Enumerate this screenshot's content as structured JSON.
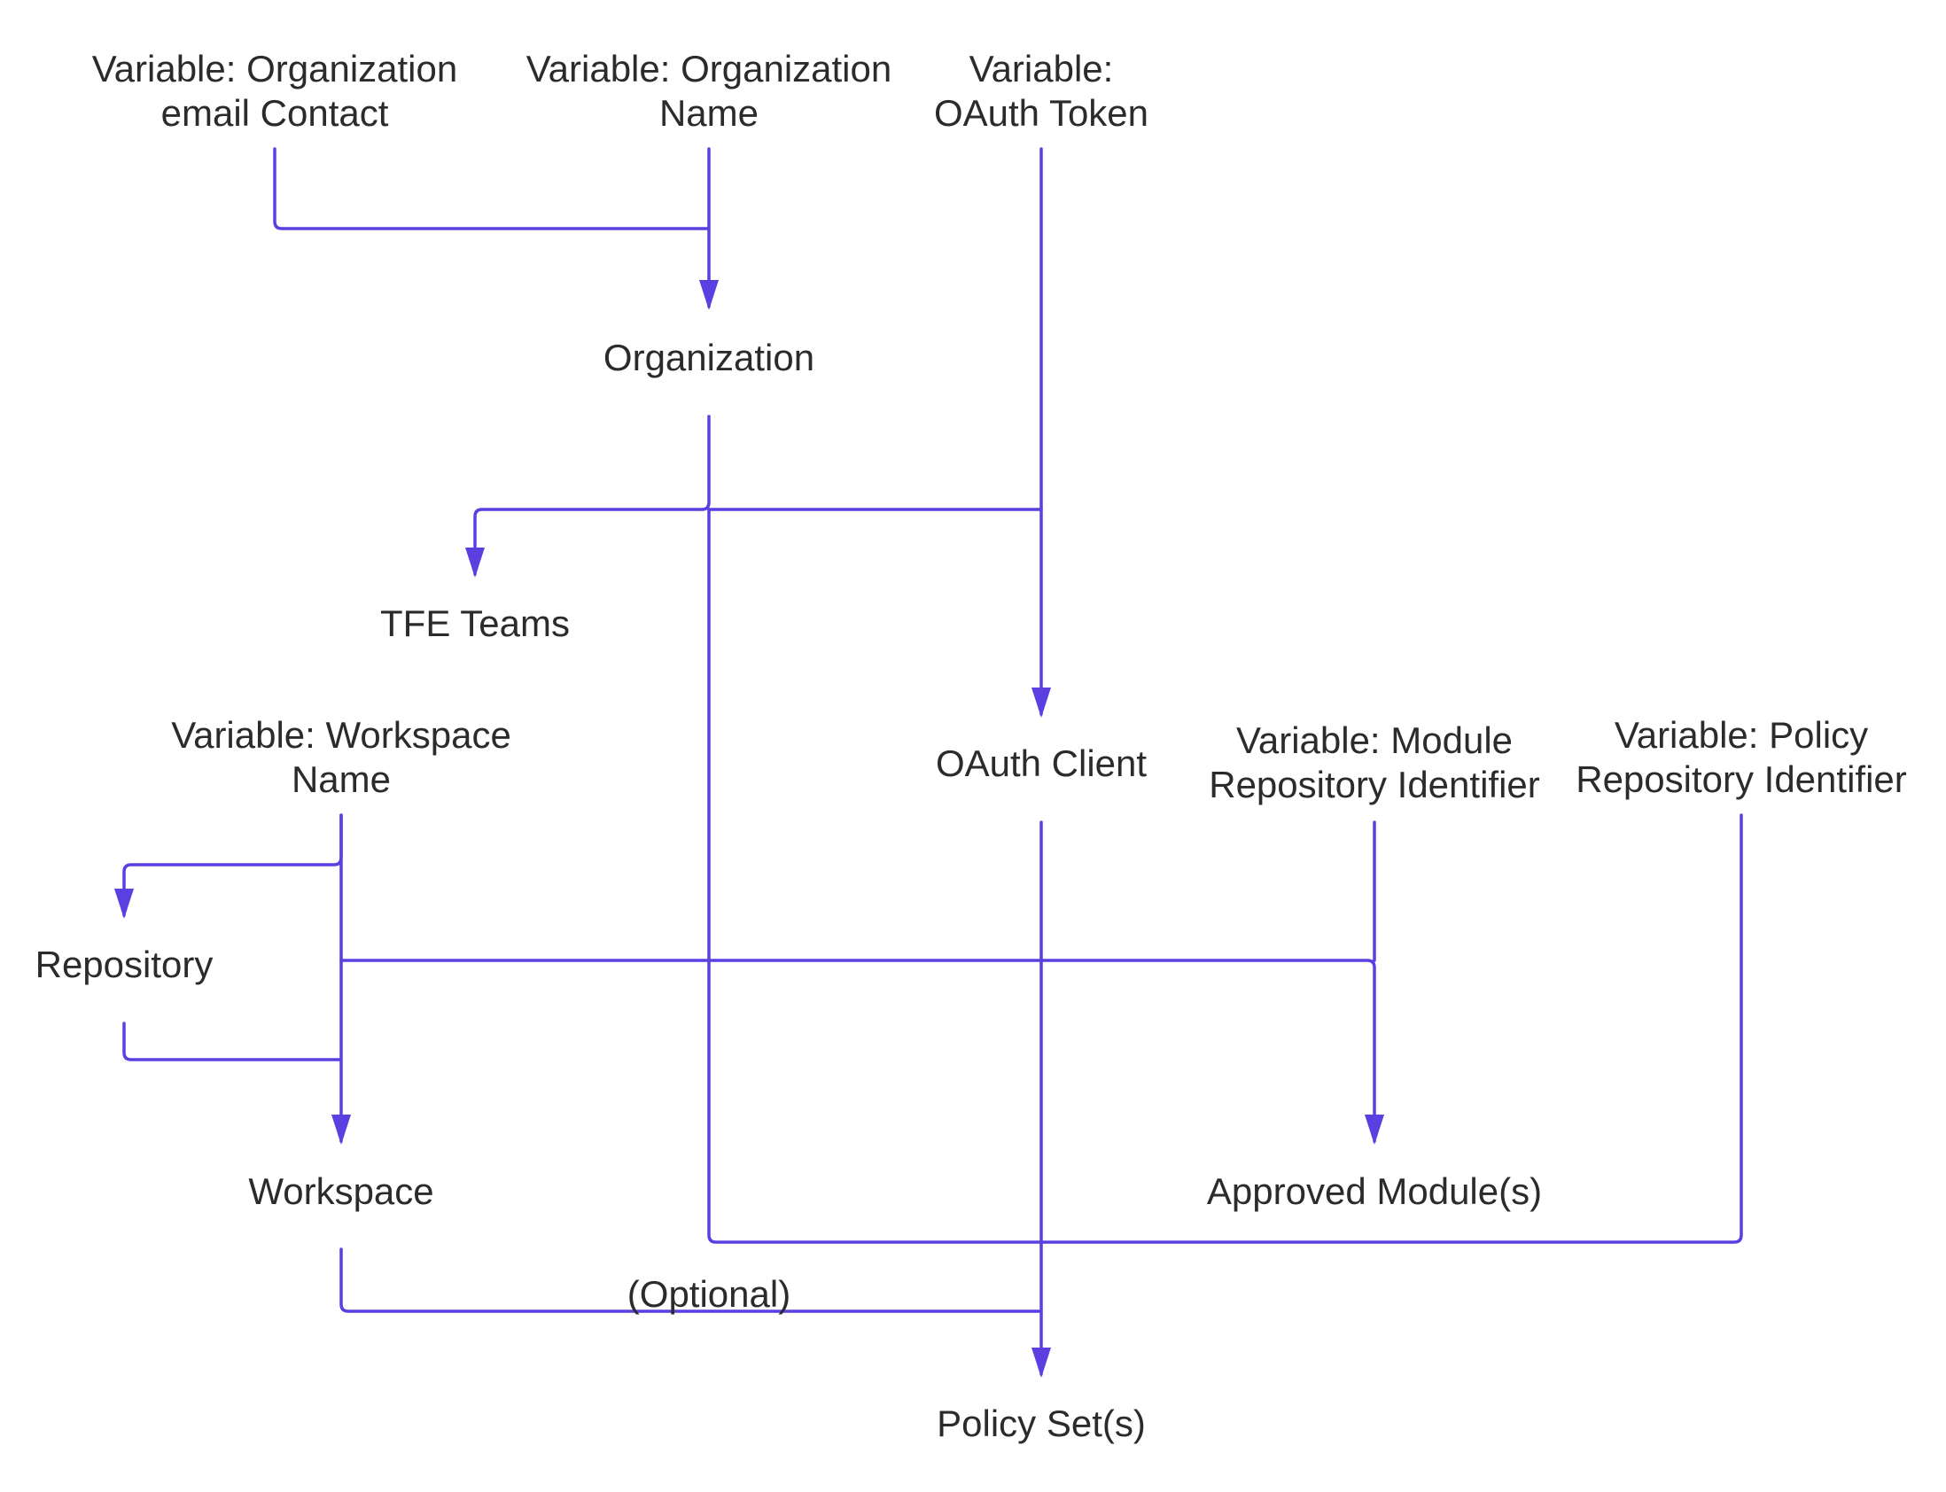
{
  "diagram": {
    "edge_color": "#5b3fe0",
    "text_color": "#2b2b2b",
    "nodes": {
      "var_org_email": [
        "Variable: Organization",
        "email Contact"
      ],
      "var_org_name": [
        "Variable: Organization",
        "Name"
      ],
      "var_oauth_token": [
        "Variable:",
        "OAuth Token"
      ],
      "organization": [
        "Organization"
      ],
      "tfe_teams": [
        "TFE Teams"
      ],
      "var_workspace_name": [
        "Variable: Workspace",
        "Name"
      ],
      "oauth_client": [
        "OAuth Client"
      ],
      "var_module_repo": [
        "Variable: Module",
        "Repository Identifier"
      ],
      "var_policy_repo": [
        "Variable: Policy",
        "Repository Identifier"
      ],
      "repository": [
        "Repository"
      ],
      "workspace": [
        "Workspace"
      ],
      "approved_modules": [
        "Approved Module(s)"
      ],
      "optional_label": [
        "(Optional)"
      ],
      "policy_sets": [
        "Policy Set(s)"
      ]
    },
    "edges": [
      {
        "from": "var_org_email",
        "to": "organization"
      },
      {
        "from": "var_org_name",
        "to": "organization"
      },
      {
        "from": "organization",
        "to": "tfe_teams"
      },
      {
        "from": "organization",
        "to": "oauth_client"
      },
      {
        "from": "var_oauth_token",
        "to": "oauth_client"
      },
      {
        "from": "var_workspace_name",
        "to": "repository"
      },
      {
        "from": "var_workspace_name",
        "to": "workspace"
      },
      {
        "from": "organization",
        "to": "workspace"
      },
      {
        "from": "oauth_client",
        "to": "workspace"
      },
      {
        "from": "repository",
        "to": "workspace"
      },
      {
        "from": "organization",
        "to": "approved_modules"
      },
      {
        "from": "oauth_client",
        "to": "approved_modules"
      },
      {
        "from": "var_module_repo",
        "to": "approved_modules"
      },
      {
        "from": "organization",
        "to": "policy_sets"
      },
      {
        "from": "oauth_client",
        "to": "policy_sets"
      },
      {
        "from": "var_policy_repo",
        "to": "policy_sets"
      },
      {
        "from": "workspace",
        "to": "policy_sets",
        "label": "(Optional)"
      }
    ]
  }
}
